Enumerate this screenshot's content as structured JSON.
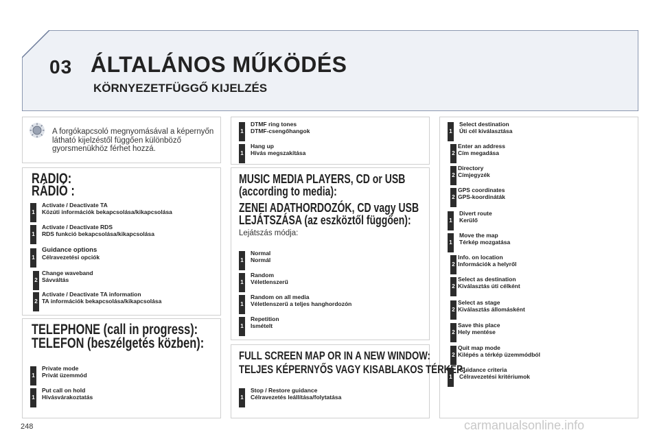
{
  "header": {
    "chapter_number": "03",
    "title": "ÁLTALÁNOS MŰKÖDÉS",
    "subtitle": "KÖRNYEZETFÜGGŐ KIJELZÉS"
  },
  "intro": {
    "icon": "rotary-knob-icon",
    "text": "A forgókapcsoló megnyomásával a képernyőn látható kijelzéstől függően különböző gyorsmenükhöz férhet hozzá."
  },
  "radio": {
    "title_en": "RADIO:",
    "title_hu": "RÁDIÓ :",
    "items": [
      {
        "level": "1",
        "en": "Activate / Deactivate TA",
        "hu": "Közúti információk bekapcsolása/kikapcsolása"
      },
      {
        "level": "1",
        "en": "Activate / Deactivate RDS",
        "hu": "RDS funkció bekapcsolása/kikapcsolása"
      },
      {
        "level": "1",
        "en": "Guidance options",
        "hu": "Célravezetési opciók"
      },
      {
        "level": "2",
        "en": "Change waveband",
        "hu": "Sávváltás"
      },
      {
        "level": "2",
        "en": "Activate / Deactivate TA information",
        "hu": "TA információk bekapcsolása/kikapcsolása"
      }
    ]
  },
  "telephone": {
    "title_en": "TELEPHONE (call in progress):",
    "title_hu": "TELEFON (beszélgetés közben):",
    "items": [
      {
        "level": "1",
        "en": "Private mode",
        "hu": "Privát üzemmód"
      },
      {
        "level": "1",
        "en": "Put call on hold",
        "hu": "Hívásvárakoztatás"
      }
    ]
  },
  "dtmf": {
    "items": [
      {
        "level": "1",
        "en": "DTMF ring tones",
        "hu": "DTMF-csengőhangok"
      },
      {
        "level": "1",
        "en": "Hang up",
        "hu": "Hívás megszakítása"
      }
    ]
  },
  "media": {
    "title_en_1": "MUSIC MEDIA PLAYERS, CD or USB",
    "title_en_2": "(according to media):",
    "title_hu_1": "ZENEI ADATHORDOZÓK, CD vagy USB",
    "title_hu_2": "LEJÁTSZÁSA (az eszköztől függően):",
    "play_mode_label": "Lejátszás módja:",
    "items": [
      {
        "level": "1",
        "en": "Normal",
        "hu": "Normál"
      },
      {
        "level": "1",
        "en": "Random",
        "hu": "Véletlenszerű"
      },
      {
        "level": "1",
        "en": "Random on all media",
        "hu": "Véletlenszerű a teljes hanghordozón"
      },
      {
        "level": "1",
        "en": "Repetition",
        "hu": "Ismételt"
      }
    ]
  },
  "fullscreen": {
    "title_en": "FULL SCREEN MAP OR IN A NEW WINDOW:",
    "title_hu": "TELJES KÉPERNYŐS VAGY KISABLAKOS TÉRKÉP:",
    "items": [
      {
        "level": "1",
        "en": "Stop / Restore guidance",
        "hu": "Célravezetés leállítása/folytatása"
      }
    ]
  },
  "navigation": {
    "items": [
      {
        "level": "1",
        "en": "Select destination",
        "hu": "Úti cél kiválasztása"
      },
      {
        "level": "2",
        "en": "Enter an address",
        "hu": "Cím megadása"
      },
      {
        "level": "2",
        "en": "Directory",
        "hu": "Címjegyzék"
      },
      {
        "level": "2",
        "en": "GPS coordinates",
        "hu": "GPS-koordináták"
      },
      {
        "level": "1",
        "en": "Divert route",
        "hu": "Kerülő"
      },
      {
        "level": "1",
        "en": "Move the map",
        "hu": "Térkép mozgatása"
      },
      {
        "level": "2",
        "en": "Info. on location",
        "hu": "Információk a helyről"
      },
      {
        "level": "2",
        "en": "Select as destination",
        "hu": "Kiválasztás úti célként"
      },
      {
        "level": "2",
        "en": "Select as stage",
        "hu": "Kiválasztás állomásként"
      },
      {
        "level": "2",
        "en": "Save this place",
        "hu": "Hely mentése"
      },
      {
        "level": "2",
        "en": "Quit map mode",
        "hu": "Kilépés a térkép üzemmódból"
      },
      {
        "level": "1",
        "en": "Guidance criteria",
        "hu": "Célravezetési kritériumok"
      }
    ]
  },
  "footer": {
    "page_number": "248",
    "watermark": "carmanualsonline.info"
  },
  "colors": {
    "badge": "#2c2c2c",
    "header_fill": "#eef1f6",
    "header_border": "#6b7a99",
    "panel_border": "#cfcfcf"
  }
}
